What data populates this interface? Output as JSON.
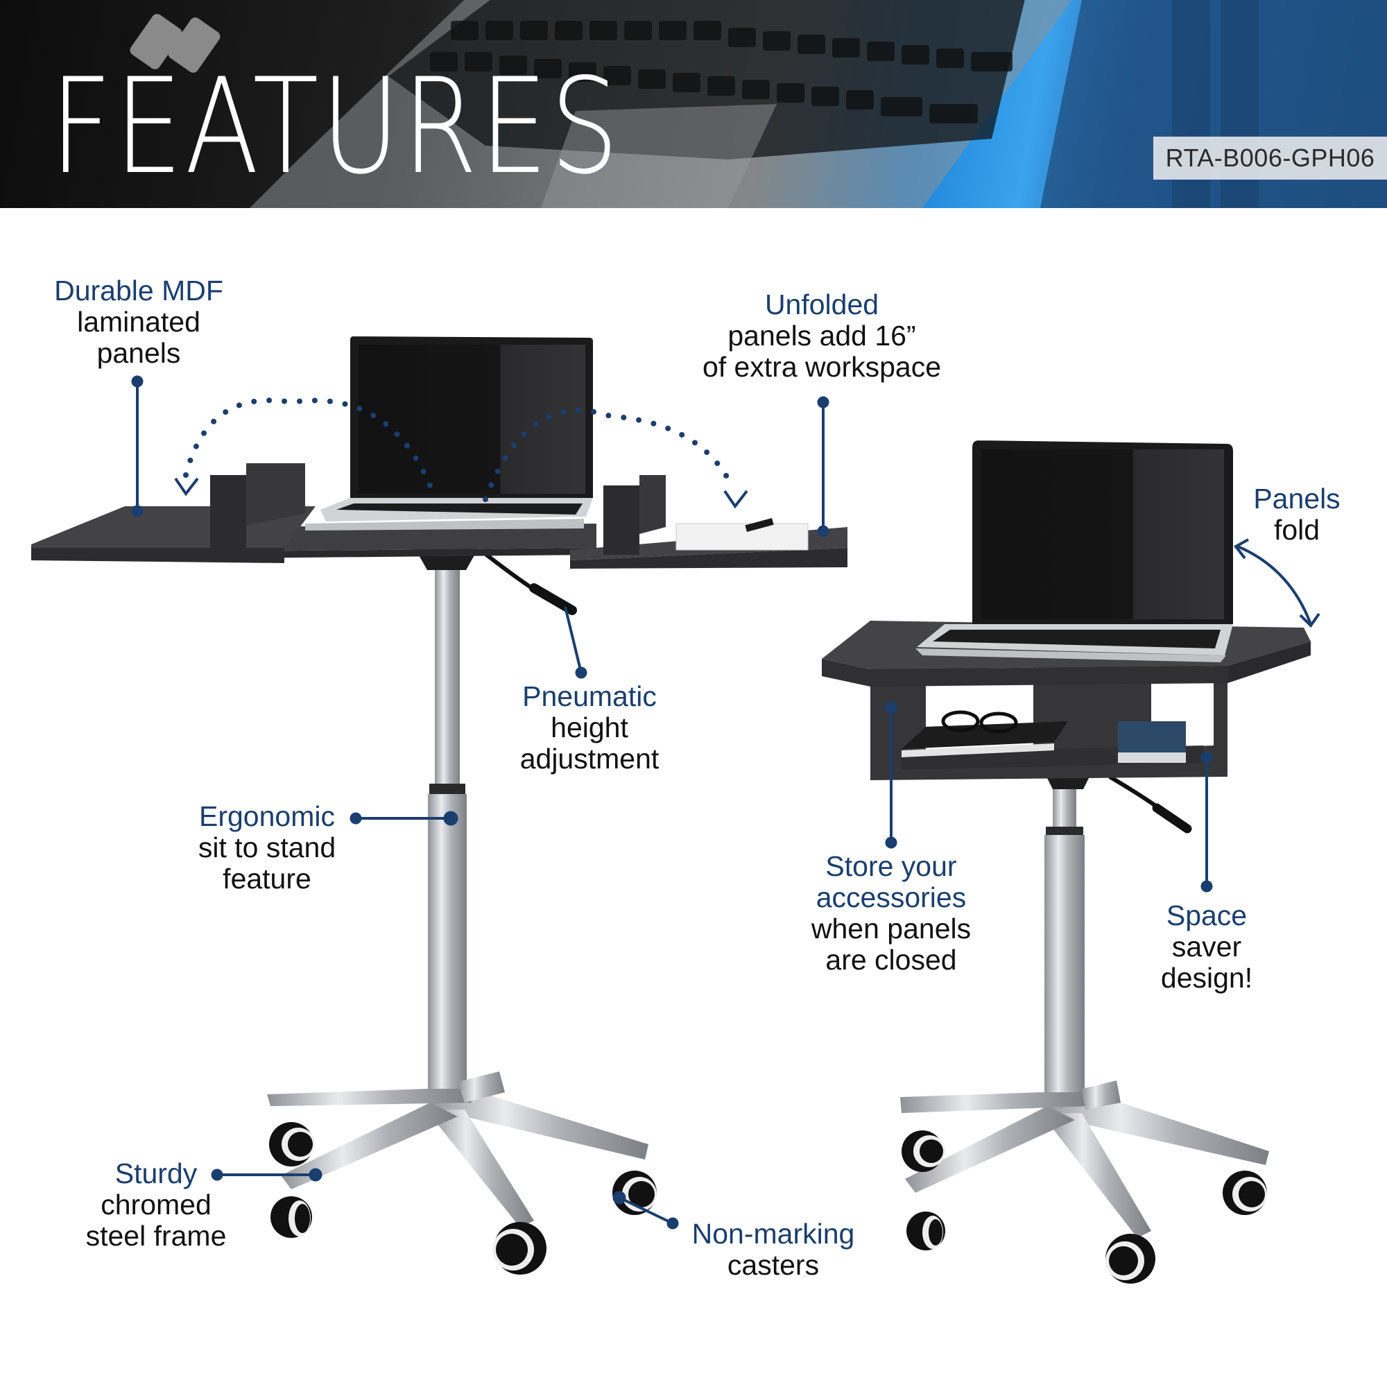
{
  "banner": {
    "title": "FEATURES",
    "sku": "RTA-B006-GPH06"
  },
  "colors": {
    "accent": "#1a3e6e",
    "text": "#111111",
    "desk_top": "#3a3a3c",
    "chrome": "#c9ccd0"
  },
  "callouts": {
    "mdf": {
      "highlight": "Durable MDF",
      "lines": [
        "laminated",
        "panels"
      ]
    },
    "unfolded": {
      "highlight": "Unfolded",
      "lines": [
        "panels add 16”",
        "of extra workspace"
      ]
    },
    "pneumatic": {
      "highlight": "Pneumatic",
      "lines": [
        "height",
        "adjustment"
      ]
    },
    "ergonomic": {
      "highlight": "Ergonomic",
      "lines": [
        "sit to stand",
        "feature"
      ]
    },
    "sturdy": {
      "highlight": "Sturdy",
      "lines": [
        "chromed",
        "steel frame"
      ]
    },
    "casters": {
      "highlight": "Non-marking",
      "lines": [
        "casters"
      ]
    },
    "panels_fold": {
      "highlight": "Panels",
      "lines": [
        "fold"
      ]
    },
    "store": {
      "highlight": "Store your",
      "highlight2": "accessories",
      "lines": [
        "when panels",
        "are closed"
      ]
    },
    "space": {
      "highlight": "Space",
      "lines": [
        "saver",
        "design!"
      ]
    }
  }
}
